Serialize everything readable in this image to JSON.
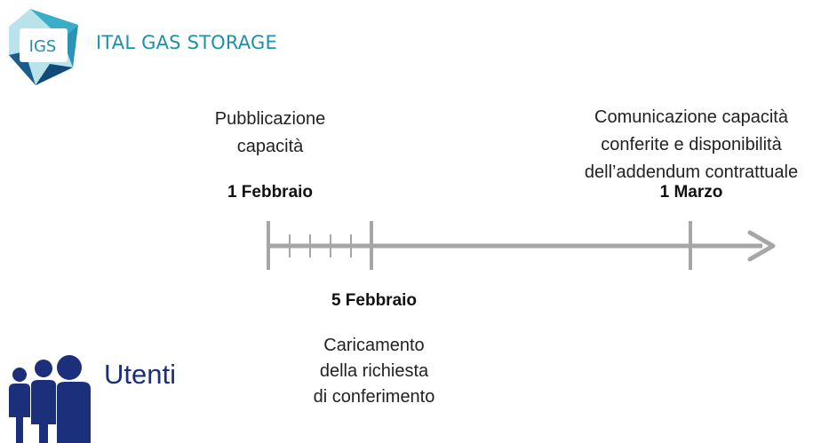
{
  "brand": {
    "logo_initials": "IGS",
    "name": "ITAL GAS STORAGE",
    "color": "#1f8fae",
    "logo_colors": [
      "#9fd8e0",
      "#3aaec6",
      "#1a5c8c",
      "#0f4a7a"
    ]
  },
  "timeline": {
    "line_color": "#a6a6a6",
    "events": [
      {
        "label_lines": [
          "Pubblicazione",
          "capacità"
        ],
        "date": "1 Febbraio"
      },
      {
        "label_lines": [
          "Caricamento",
          "della richiesta",
          "di conferimento"
        ],
        "date": "5 Febbraio"
      },
      {
        "label_lines": [
          "Comunicazione capacità",
          "conferite e disponibilità",
          "dell’addendum  contrattuale"
        ],
        "date": "1 Marzo"
      }
    ]
  },
  "users": {
    "label": "Utenti",
    "icon": "people-group-icon",
    "color": "#1b2f7a"
  }
}
